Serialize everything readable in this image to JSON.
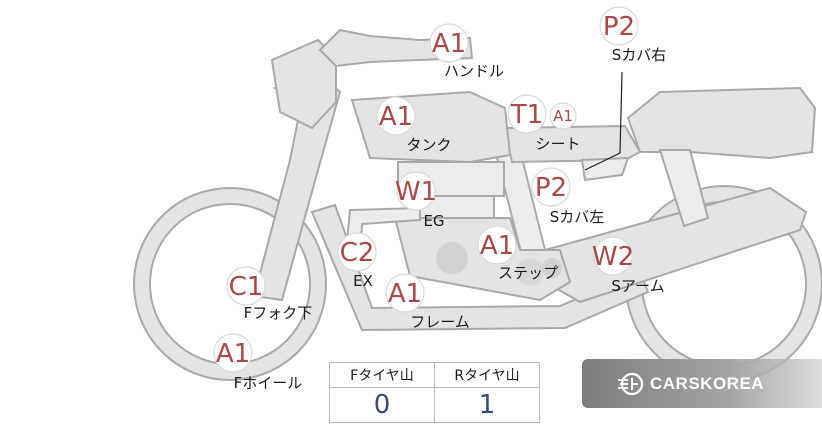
{
  "parts": [
    {
      "id": "handle",
      "code": "A1",
      "label": "ハンドル"
    },
    {
      "id": "side-cover-right",
      "code": "P2",
      "label": "Sカバ右"
    },
    {
      "id": "tank",
      "code": "A1",
      "label": "タンク"
    },
    {
      "id": "seat",
      "code": "T1",
      "code2": "A1",
      "label": "シート"
    },
    {
      "id": "engine",
      "code": "W1",
      "label": "EG"
    },
    {
      "id": "side-cover-left",
      "code": "P2",
      "label": "Sカバ左"
    },
    {
      "id": "exhaust",
      "code": "C2",
      "label": "EX"
    },
    {
      "id": "step",
      "code": "A1",
      "label": "ステップ"
    },
    {
      "id": "swing-arm",
      "code": "W2",
      "label": "Sアーム"
    },
    {
      "id": "front-fork-lower",
      "code": "C1",
      "label": "Fフォク下"
    },
    {
      "id": "frame",
      "code": "A1",
      "label": "フレーム"
    },
    {
      "id": "front-wheel",
      "code": "A1",
      "label": "Fホイール"
    }
  ],
  "tire_table": {
    "headers": [
      "Fタイヤ山",
      "Rタイヤ山"
    ],
    "values": [
      "0",
      "1"
    ]
  },
  "watermark": {
    "text": "CARSKOREA"
  },
  "colors": {
    "badge_code": "#a84a4a",
    "tire_value": "#3a4a7a",
    "part_fill": "#e4e4e4",
    "part_stroke": "#a9a9a9"
  }
}
